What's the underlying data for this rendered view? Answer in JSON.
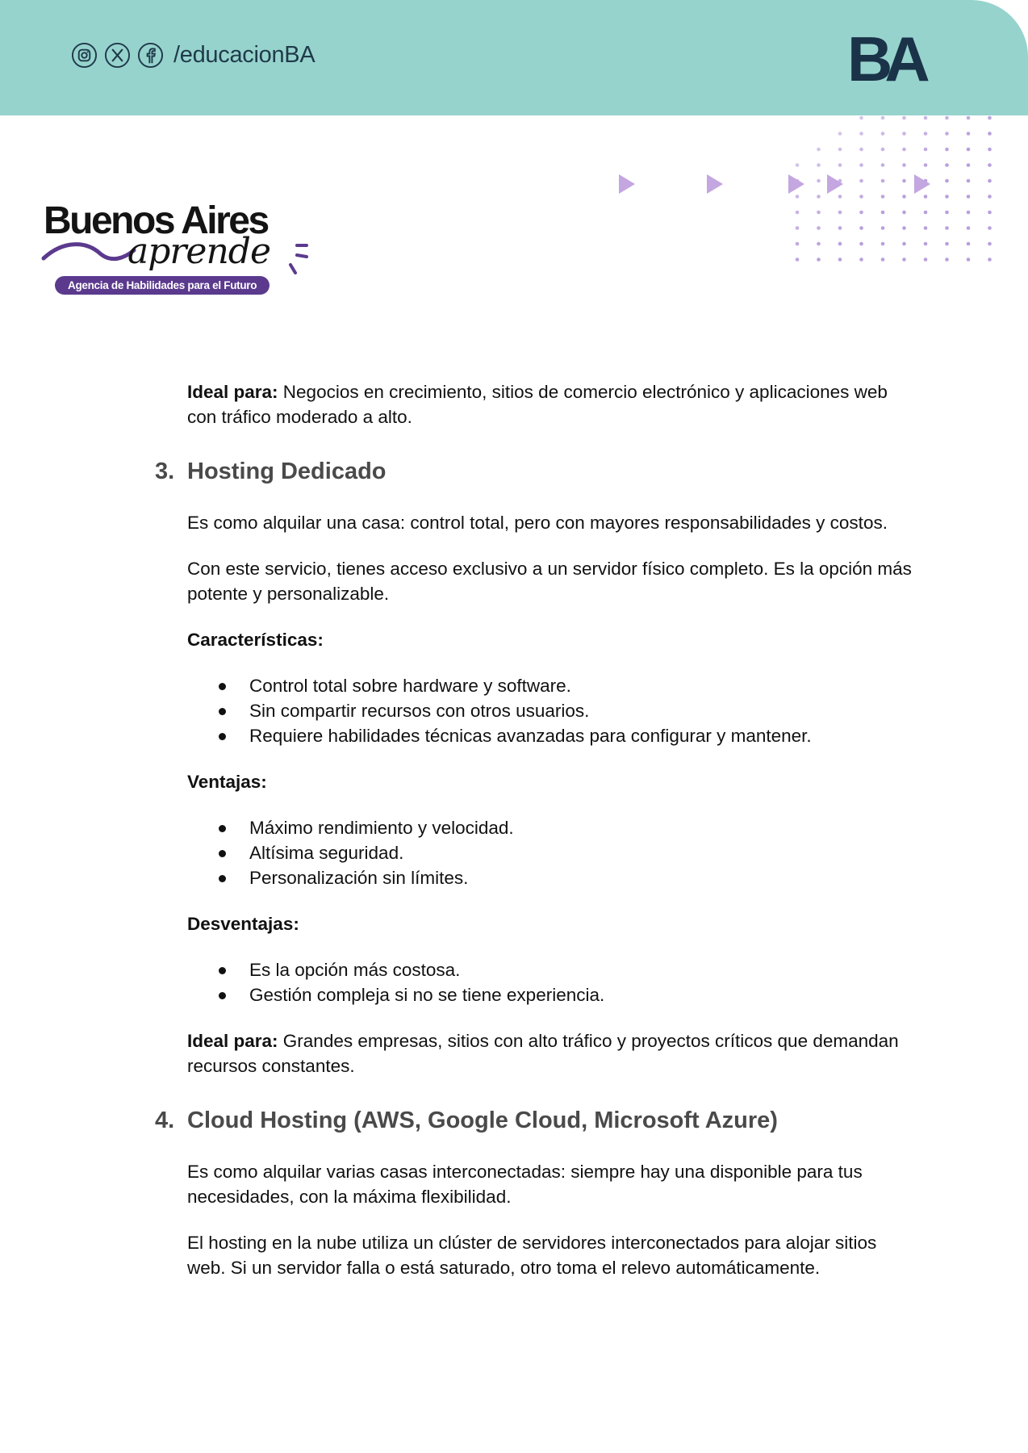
{
  "header": {
    "social_icons": [
      "instagram-icon",
      "x-icon",
      "facebook-icon"
    ],
    "handle": "/educacionBA",
    "logo_text": "BA",
    "background_color": "#97d3cd"
  },
  "brand": {
    "title": "Buenos Aires",
    "script": "aprende",
    "tagline": "Agencia de Habilidades para el Futuro",
    "accent_color": "#5b3a8e"
  },
  "content": {
    "intro_ideal": {
      "label": "Ideal para:",
      "text": " Negocios en crecimiento, sitios de comercio electrónico y aplicaciones web con tráfico moderado a alto."
    },
    "section3": {
      "number": "3.",
      "title": "Hosting Dedicado",
      "p1": "Es como alquilar una casa: control total, pero con mayores responsabilidades y costos.",
      "p2": "Con este servicio, tienes acceso exclusivo a un servidor físico completo. Es la opción más potente y personalizable.",
      "features_label": "Características:",
      "features": [
        "Control total sobre hardware y software.",
        "Sin compartir recursos con otros usuarios.",
        "Requiere habilidades técnicas avanzadas para configurar y mantener."
      ],
      "pros_label": "Ventajas:",
      "pros": [
        "Máximo rendimiento y velocidad.",
        "Altísima seguridad.",
        "Personalización sin límites."
      ],
      "cons_label": "Desventajas:",
      "cons": [
        "Es la opción más costosa.",
        "Gestión compleja si no se tiene experiencia."
      ],
      "ideal_label": "Ideal para:",
      "ideal_text": " Grandes empresas, sitios con alto tráfico y proyectos críticos que demandan recursos constantes."
    },
    "section4": {
      "number": "4.",
      "title": "Cloud Hosting (AWS, Google Cloud, Microsoft Azure)",
      "p1": "Es como alquilar varias casas interconectadas: siempre hay una disponible para tus necesidades, con la máxima flexibilidad.",
      "p2": "El hosting en la nube utiliza un clúster de servidores interconectados para alojar sitios web. Si un servidor falla o está saturado, otro toma el relevo automáticamente."
    }
  }
}
